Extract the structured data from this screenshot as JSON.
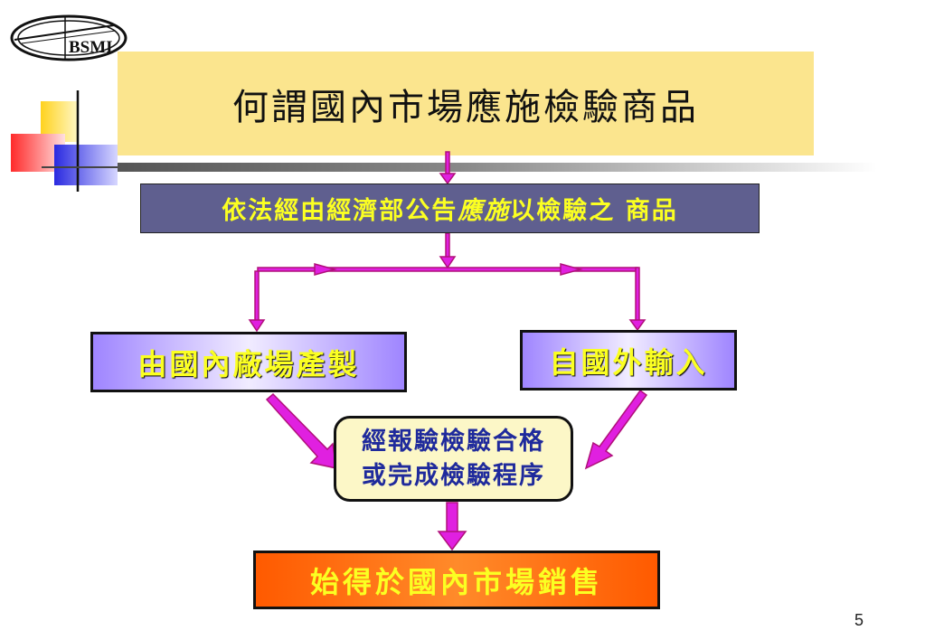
{
  "logo": {
    "text": "BSMI"
  },
  "title": "何謂國內市場應施檢驗商品",
  "law_box": {
    "before": "依法經由經濟部公告",
    "emphasis": "應施",
    "after": "以檢驗之 商品"
  },
  "domestic_box": "由國內廠場產製",
  "import_box": "自國外輸入",
  "inspect_box": {
    "line1": "經報驗檢驗合格",
    "line2": "或完成檢驗程序"
  },
  "sale_box": "始得於國內市場銷售",
  "page_number": "5",
  "colors": {
    "title_bg": "#fbe58e",
    "law_bg": "#5f5f8f",
    "text_yellow": "#fbff22",
    "arrow_magenta": "#e020e0",
    "sale_bg": "#ff6a10",
    "inspect_text": "#1f2a9c"
  }
}
